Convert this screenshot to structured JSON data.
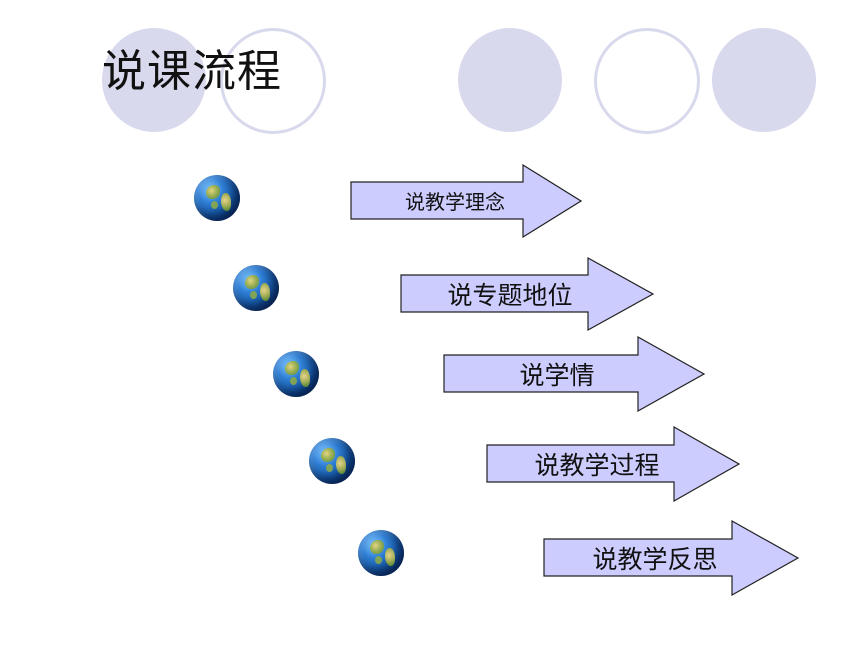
{
  "slide": {
    "title": "说课流程"
  },
  "steps": [
    {
      "label": "说教学理念"
    },
    {
      "label": "说专题地位"
    },
    {
      "label": "说学情"
    },
    {
      "label": "说教学过程"
    },
    {
      "label": "说教学反思"
    }
  ],
  "colors": {
    "decor_circle": "#d9d9ee",
    "arrow_fill": "#ccccff",
    "arrow_stroke": "#222222",
    "text": "#111111"
  },
  "icons": {
    "bullet": "globe-icon"
  }
}
